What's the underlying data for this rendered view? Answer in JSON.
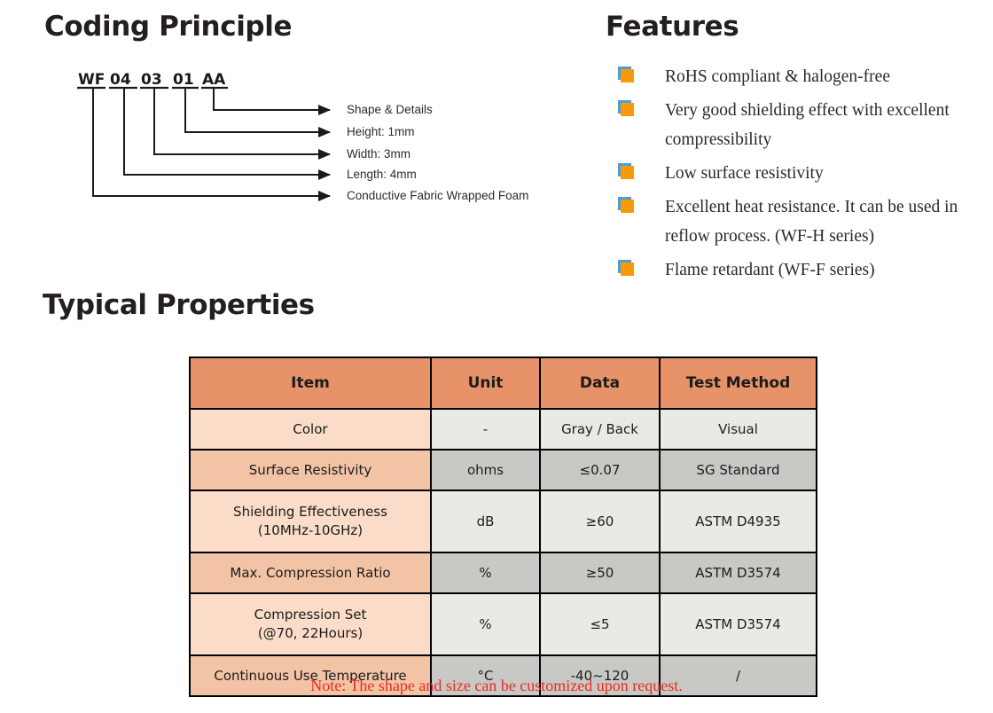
{
  "sections": {
    "coding_principle_title": "Coding Principle",
    "features_title": "Features",
    "typical_properties_title": "Typical Properties"
  },
  "coding": {
    "tokens": [
      "WF",
      "04",
      "03",
      "01",
      "AA"
    ],
    "labels": [
      "Shape & Details",
      "Height: 1mm",
      "Width: 3mm",
      "Length: 4mm",
      "Conductive Fabric Wrapped Foam"
    ]
  },
  "features": {
    "bullet_color": "#f59b0b",
    "bullet_shadow_color": "#4a9fd4",
    "items": [
      "RoHS compliant & halogen-free",
      "Very good shielding effect with excellent compressibility",
      "Low surface resistivity",
      "Excellent heat resistance. It can be used in reflow process. (WF-H series)",
      "Flame retardant (WF-F series)"
    ]
  },
  "table": {
    "header_color": "#e8926a",
    "headers": [
      "Item",
      "Unit",
      "Data",
      "Test Method"
    ],
    "rows": [
      {
        "item": "Color",
        "unit": "-",
        "data": "Gray / Back",
        "method": "Visual"
      },
      {
        "item": "Surface Resistivity",
        "unit": "ohms",
        "data": "≤0.07",
        "method": "SG Standard"
      },
      {
        "item": "Shielding Effectiveness\n(10MHz-10GHz)",
        "item_line1": "Shielding Effectiveness",
        "item_line2": "(10MHz-10GHz)",
        "unit": "dB",
        "data": "≥60",
        "method": "ASTM D4935"
      },
      {
        "item": "Max. Compression Ratio",
        "unit": "%",
        "data": "≥50",
        "method": "ASTM D3574"
      },
      {
        "item": "Compression Set\n(@70, 22Hours)",
        "item_line1": "Compression Set",
        "item_line2": "(@70, 22Hours)",
        "unit": "%",
        "data": "≤5",
        "method": "ASTM D3574"
      },
      {
        "item": "Continuous Use Temperature",
        "unit": "°C",
        "data": "-40~120",
        "method": "/"
      }
    ]
  },
  "note": {
    "text": "Note: The shape and size can be customized upon request.",
    "color": "#ee2a23"
  }
}
